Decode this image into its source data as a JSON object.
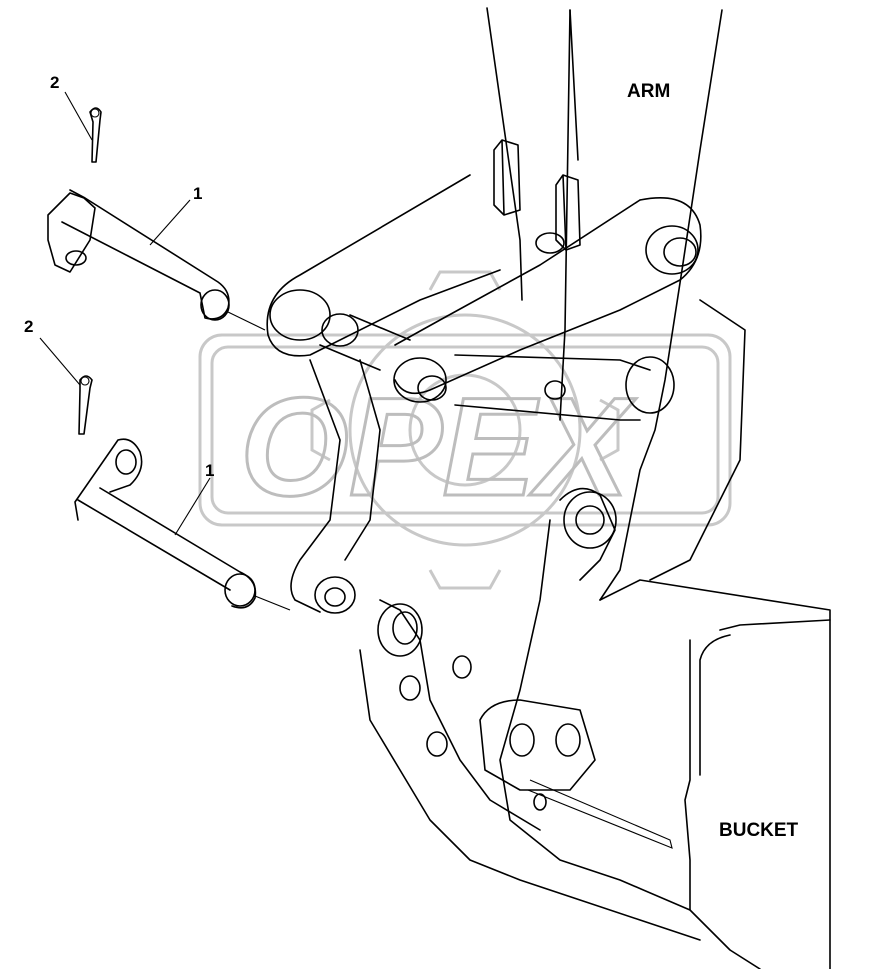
{
  "labels": {
    "arm": "ARM",
    "bucket": "BUCKET",
    "pin_upper": "1",
    "pin_lower": "1",
    "cotter_upper": "2",
    "cotter_lower": "2"
  },
  "watermark": {
    "text": "OPEX",
    "color": "#c8c8c8"
  }
}
